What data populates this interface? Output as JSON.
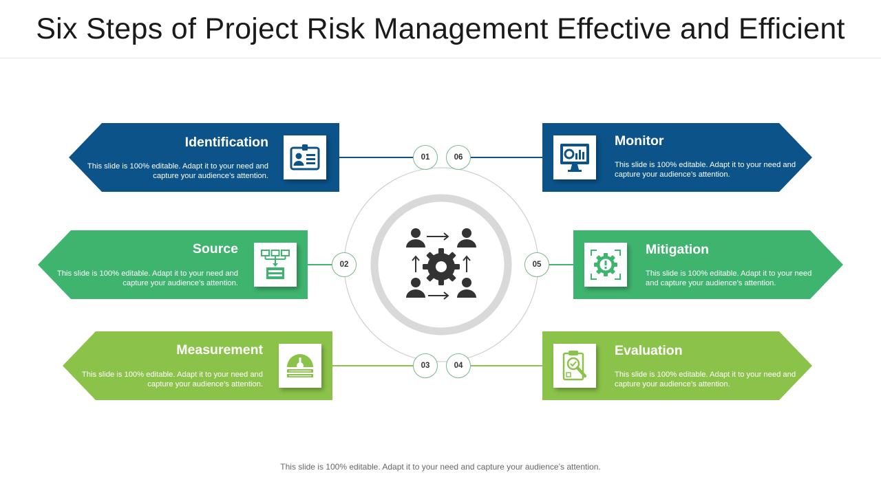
{
  "title": "Six Steps of Project Risk Management Effective and Efficient",
  "footer": "This slide is 100% editable. Adapt it to your need and capture your audience’s attention.",
  "steps": [
    {
      "number": "01",
      "title": "Identification",
      "desc": "This slide is 100% editable. Adapt it to your need and capture your audience’s attention.",
      "icon": "id-card-icon",
      "color": "#0b5389"
    },
    {
      "number": "02",
      "title": "Source",
      "desc": "This slide is 100% editable. Adapt it to your need and capture your audience’s attention.",
      "icon": "network-server-icon",
      "color": "#3fb46f"
    },
    {
      "number": "03",
      "title": "Measurement",
      "desc": "This slide is 100% editable. Adapt it to your need and capture your audience’s attention.",
      "icon": "gauge-meter-icon",
      "color": "#8bc34a"
    },
    {
      "number": "04",
      "title": "Evaluation",
      "desc": "This slide is 100% editable. Adapt it to your need and capture your audience’s attention.",
      "icon": "clipboard-magnifier-icon",
      "color": "#8bc34a"
    },
    {
      "number": "05",
      "title": "Mitigation",
      "desc": "This slide is 100% editable. Adapt it to your need and capture your audience’s attention.",
      "icon": "gear-alert-icon",
      "color": "#3fb46f"
    },
    {
      "number": "06",
      "title": "Monitor",
      "desc": "This slide is 100% editable. Adapt it to your need and capture your audience’s attention.",
      "icon": "monitor-chart-icon",
      "color": "#0b5389"
    }
  ],
  "center": {
    "icon": "team-gear-icon"
  }
}
